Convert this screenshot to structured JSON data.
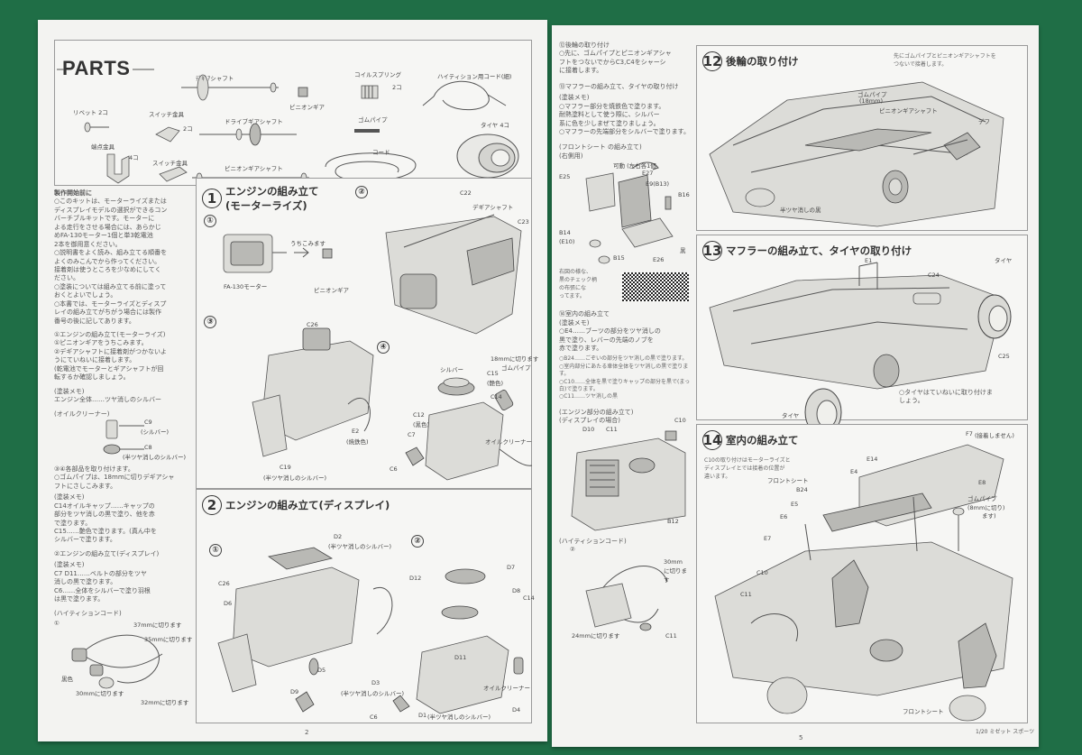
{
  "left_page": {
    "page_number": "2",
    "parts": {
      "heading": "PARTS",
      "labels": {
        "rivet": "リベット 2コ",
        "switch_metal1": "スイッチ金具",
        "switch_metal1_qty": "2コ",
        "terminal_metal": "端点金具",
        "terminal_qty": "4コ",
        "switch_metal2": "スイッチ金具",
        "gear_shaft": "ﾃﾞｷﾞｱシャフト",
        "drive_gear_shaft": "ドライブギアシャフト",
        "pinion_gear_shaft": "ピニオンギアシャフト",
        "coil_spring": "コイルスプリング",
        "coil_qty": "2コ",
        "pinion_gear": "ピニオンギア",
        "rubber_pipe": "ゴムパイプ",
        "cord": "コード",
        "high_tension_cord": "ハイティション用コード(細)",
        "tire": "タイヤ 4コ"
      }
    },
    "intro": {
      "heading": "製作開始前に",
      "lines": [
        "○このキットは、モーターライズまたは",
        "ディスプレイモデルの選択ができるコン",
        "バーチブルキットです。モーターに",
        "よる走行をさせる場合には、あらかじ",
        "めFA-130モーター1個と単3乾電池",
        "2本を御用意ください。",
        "○説明書をよく読み、組み立てる順番を",
        "よくのみこんでから作ってください。",
        "接着剤は使うところを少なめにしてく",
        "ださい。",
        "○塗装については組み立てる前に塗って",
        "おくとよいでしょう。",
        "○本書では、モーターライズとディスプ",
        "レイの組み立てがちがう場合には製作",
        "番号の後に記してあります。"
      ],
      "step1_note": [
        "①エンジンの組み立て(モーターライズ)",
        "①ピニオンギアをうちこみます。",
        "②デギアシャフトに接着剤がつかないよ",
        "うにていねいに接着します。",
        "(乾電池でモーターとギアシャフトが回",
        "転するか確認しましょう。"
      ],
      "paint_memo": "(塗装メモ)",
      "paint_text": "エンジン全体……ツヤ消しのシルバー",
      "oil_cleaner": "(オイルクリーナー)",
      "c9_label": "C9",
      "c9_color": "(シルバー)",
      "c8_label": "C8",
      "c8_color": "(半ツヤ消しのシルバー)",
      "step34_note": [
        "③④各部品を取り付けます。",
        "○ゴムパイプは、18mmに切りデギアシャ",
        "フトにさしこみます。"
      ],
      "paint_memo2": "(塗装メモ)",
      "paint_text2": [
        "C14オイルキャップ……キャップの",
        "部分をツヤ消しの黒で塗り、他を赤",
        "で塗ります。",
        "C15……艶色で塗ります。(真ん中を",
        "シルバーで塗ります。"
      ],
      "step2_note": "②エンジンの組み立て(ディスプレイ)",
      "paint_memo3": "(塗装メモ)",
      "paint_text3": [
        "C7 D11……ベルトの部分をツヤ",
        "消しの黒で塗ります。",
        "C6……全体をシルバーで塗り羽根",
        "は黒で塗ります。"
      ],
      "ht_cord": "(ハイティションコード)",
      "ht_num": "①",
      "len37": "37mmに切ります",
      "len35": "35mmに切ります",
      "len30": "30mmに切ります",
      "len32": "32mmに切ります",
      "black": "黒色"
    },
    "step1": {
      "number": "1",
      "title": "エンジンの組み立て",
      "subtitle": "(モーターライズ)",
      "sub1": "①",
      "sub2": "②",
      "sub3": "③",
      "sub4": "④",
      "press_in": "うちこみます",
      "motor": "FA-130モーター",
      "pinion": "ピニオンギア",
      "c22": "C22",
      "gear_shaft": "デギアシャフト",
      "c23": "C23",
      "c26": "C26",
      "e2": "E2",
      "e2_color": "(焼鉄色)",
      "c19": "C19",
      "c19_color": "(半ツヤ消しのシルバー)",
      "silver": "シルバー",
      "c15": "C15",
      "c15_color": "(艶色)",
      "cut_18": "18mmに切ります",
      "rubber": "ゴムパイプ",
      "c14": "C14",
      "c12": "C12",
      "c12_color": "(黒色)",
      "c7": "C7",
      "oil_cleaner": "オイルクリーナー",
      "c6": "C6"
    },
    "step2": {
      "number": "2",
      "title": "エンジンの組み立て(ディスプレイ)",
      "sub1": "①",
      "sub2": "②",
      "d2": "D2",
      "d2_color": "(半ツヤ消しのシルバー)",
      "c26": "C26",
      "d6": "D6",
      "d12": "D12",
      "d5": "D5",
      "d9": "D9",
      "d3": "D3",
      "d3_color": "(半ツヤ消しのシルバー)",
      "c6": "C6",
      "d7": "D7",
      "d8": "D8",
      "c14": "C14",
      "d11": "D11",
      "oil_cleaner": "オイルクリーナー",
      "d1": "D1",
      "d1_color": "(半ツヤ消しのシルバー)",
      "d4": "D4"
    }
  },
  "right_page": {
    "page_number": "5",
    "footer": "1/20 ミゼット スポーツ",
    "notes": {
      "n12_head": "⑫後輪の取り付け",
      "n12_text": [
        "○先に、ゴムパイプとピニオンギアシャ",
        "フトをつないでからC3,C4をシャーシ",
        "に接着します。"
      ],
      "n13_head": "⑬マフラーの組み立て、タイヤの取り付け",
      "n13_memo": "(塗装メモ)",
      "n13_text": [
        "○マフラー部分を焼鉄色で塗ります。",
        "耐熱塗料として使う際に、シルバー",
        "系に色を少しまぜて塗りましょう。",
        "○マフラーの先端部分をシルバーで塗ります。"
      ],
      "front_seat_head": "(フロントシート の組み立て)",
      "front_seat_sub": "(右側用)",
      "movable": "可動 (左右各1個",
      "e25": "E25",
      "e27": "E27",
      "e9": "E9(B13)",
      "b16": "B16",
      "b14": "B14",
      "e10": "(E10)",
      "b15": "B15",
      "e26": "E26",
      "black": "黒",
      "check_note": [
        "右図の様な、",
        "黒のチェック柄",
        "の布張にな",
        "ってます。"
      ],
      "n14_head": "⑭室内の組み立て",
      "n14_memo": "(塗装メモ)",
      "n14_text": [
        "○E4……ブーツの部分をツヤ消しの",
        "黒で塗り、レバーの先端のノブを",
        "赤で塗ります。"
      ],
      "b24_text": [
        "○B24……ごぞいの部分をツヤ消しの黒で塗ります。",
        "○室内部分にあたる車体全体をツヤ消しの黒で塗ります。",
        "○C10……全体を黒で塗りキャップの部分を黒で(まっ白)で塗ります。",
        "○C11……ツヤ消しの黒"
      ],
      "engine_display": [
        "(エンジン部分の組み立て)",
        "(ディスプレイの場合)"
      ],
      "c10": "C10",
      "d10": "D10",
      "c11": "C11",
      "b12": "B12",
      "ht_cord": "(ハイティションコード)",
      "ht_num": "②",
      "len30": "30mmに切ります",
      "len24": "24mmに切ります",
      "c11b": "C11"
    },
    "step12": {
      "number": "12",
      "title": "後輪の取り付け",
      "note": [
        "先にゴムパイプとピニオンギアシャフトを",
        "つないで接着します。"
      ],
      "rubber": "ゴムパイプ",
      "rubber_len": "(18mm)",
      "pinion_shaft": "ピニオンギアシャフト",
      "diff": "デフ",
      "half_gloss": "半ツヤ消しの黒"
    },
    "step13": {
      "number": "13",
      "title": "マフラーの組み立て、タイヤの取り付け",
      "e1": "E1",
      "c24": "C24",
      "tire": "タイヤ",
      "c25": "C25",
      "tire2": "タイヤ",
      "tire_note": [
        "○タイヤはていねいに取り付けま",
        "しょう。"
      ]
    },
    "step14": {
      "number": "14",
      "title": "室内の組み立て",
      "note": [
        "C10の取り付けはモーターライズと",
        "ディスプレイとでは接着の位置が",
        "違います。"
      ],
      "f7": "F7",
      "f7_note": "(接着しません)",
      "e14": "E14",
      "e4": "E4",
      "front_seat": "フロントシート",
      "b24": "B24",
      "e5": "E5",
      "e6": "E6",
      "e8": "E8",
      "rubber": "ゴムパイプ",
      "rubber_len": "(8mmに切り)",
      "rubber_len2": "ます)",
      "e7": "E7",
      "c10": "C10",
      "c11": "C11",
      "front_seat2": "フロントシート"
    }
  }
}
